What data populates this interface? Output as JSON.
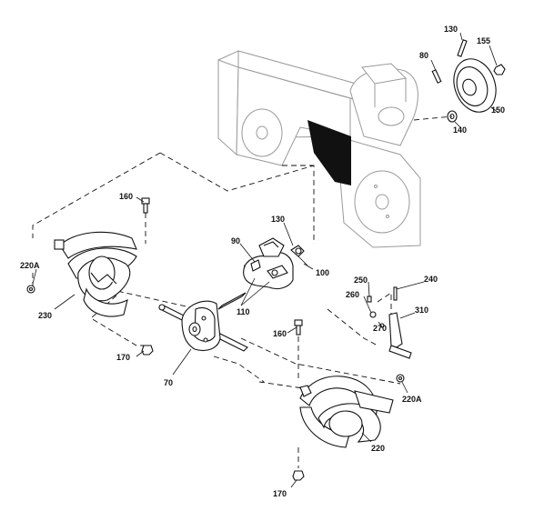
{
  "diagram": {
    "callouts": {
      "c130_top": "130",
      "c155": "155",
      "c80": "80",
      "c150": "150",
      "c140": "140",
      "c160_top": "160",
      "c130_mid": "130",
      "c90": "90",
      "c100": "100",
      "c220A_left": "220A",
      "c230": "230",
      "c110": "110",
      "c250": "250",
      "c240": "240",
      "c260": "260",
      "c310": "310",
      "c270": "270",
      "c160_mid": "160",
      "c170_left": "170",
      "c70": "70",
      "c220A_right": "220A",
      "c220": "220",
      "c170_bottom": "170"
    }
  }
}
